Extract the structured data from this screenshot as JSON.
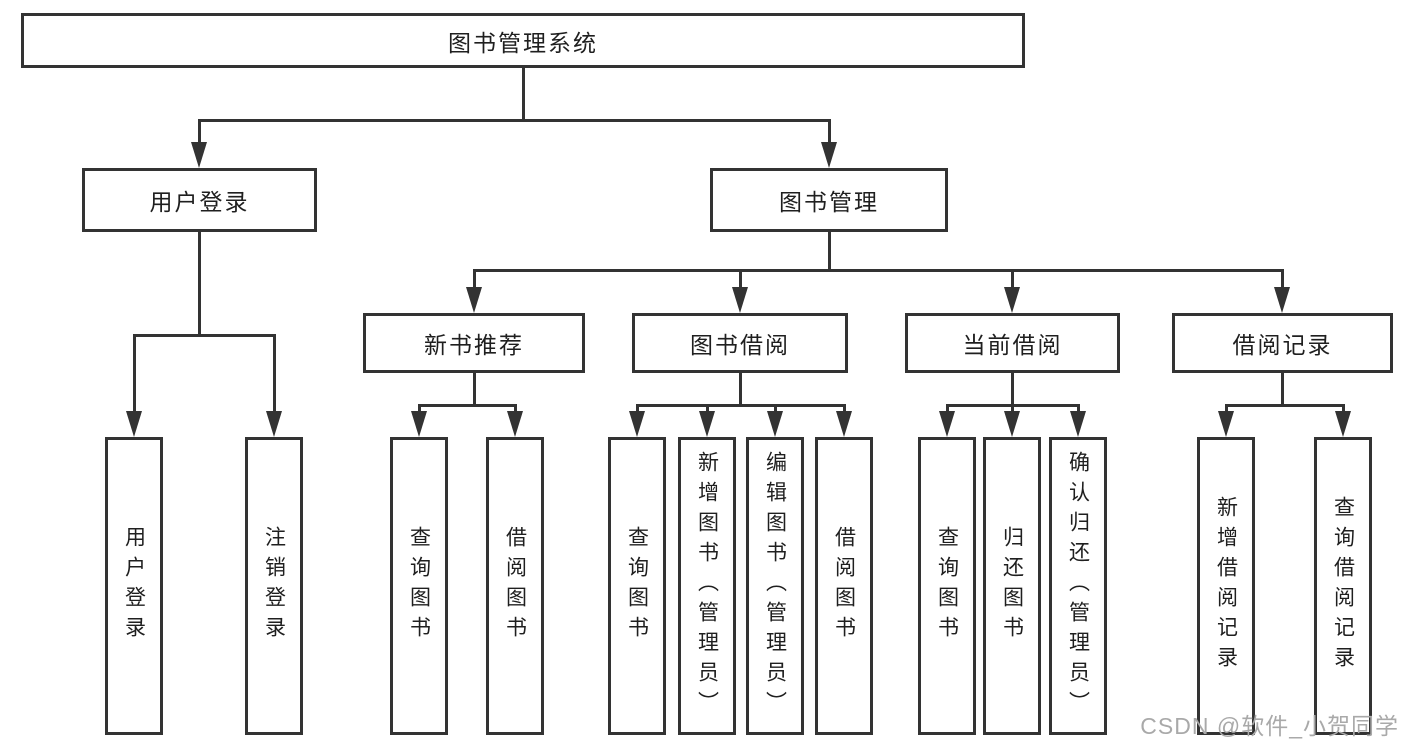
{
  "diagram": {
    "root": {
      "label": "图书管理系统"
    },
    "level2": [
      {
        "id": "user-login",
        "label": "用户登录"
      },
      {
        "id": "book-management",
        "label": "图书管理"
      }
    ],
    "level3": [
      {
        "id": "new-book-recommend",
        "label": "新书推荐"
      },
      {
        "id": "book-borrow",
        "label": "图书借阅"
      },
      {
        "id": "current-borrow",
        "label": "当前借阅"
      },
      {
        "id": "borrow-records",
        "label": "借阅记录"
      }
    ],
    "leaves": [
      {
        "parent": "user-login",
        "label": "用户登录"
      },
      {
        "parent": "user-login",
        "label": "注销登录"
      },
      {
        "parent": "new-book-recommend",
        "label": "查询图书"
      },
      {
        "parent": "new-book-recommend",
        "label": "借阅图书"
      },
      {
        "parent": "book-borrow",
        "label": "查询图书"
      },
      {
        "parent": "book-borrow",
        "label": "新增图书（管理员）"
      },
      {
        "parent": "book-borrow",
        "label": "编辑图书（管理员）"
      },
      {
        "parent": "book-borrow",
        "label": "借阅图书"
      },
      {
        "parent": "current-borrow",
        "label": "查询图书"
      },
      {
        "parent": "current-borrow",
        "label": "归还图书"
      },
      {
        "parent": "current-borrow",
        "label": "确认归还（管理员）"
      },
      {
        "parent": "borrow-records",
        "label": "新增借阅记录"
      },
      {
        "parent": "borrow-records",
        "label": "查询借阅记录"
      }
    ],
    "watermark": "CSDN @软件_小贺同学",
    "colors": {
      "line": "#333333",
      "text": "#1f1f1f",
      "watermark": "#a9a9a9",
      "background": "#ffffff"
    }
  }
}
